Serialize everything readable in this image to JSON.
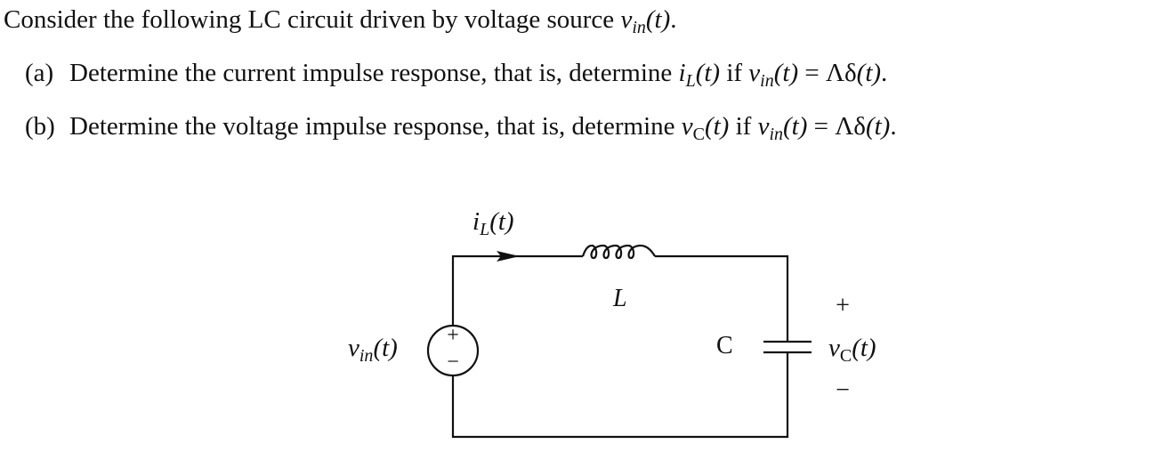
{
  "problem": {
    "intro_text": "Consider the following LC circuit driven by voltage source ",
    "parts": [
      {
        "tag": "(a)",
        "text": "Determine the current impulse response, that is, determine ",
        "word_if": " if "
      },
      {
        "tag": "(b)",
        "text": "Determine the voltage impulse response, that is, determine ",
        "word_if": " if "
      }
    ]
  },
  "math": {
    "v": "v",
    "i": "i",
    "t_arg": "(t)",
    "sub_in": "in",
    "sub_L": "L",
    "sub_C": "C",
    "equals": " = ",
    "impulse": "Λδ",
    "period": "."
  },
  "circuit": {
    "current_label_i": "i",
    "current_label_sub": "L",
    "current_label_arg": "(t)",
    "inductor_label": "L",
    "capacitor_label": "C",
    "source_label_v": "v",
    "source_label_sub": "in",
    "source_label_arg": "(t)",
    "source_plus": "+",
    "source_minus": "−",
    "cap_voltage_v": "v",
    "cap_voltage_sub": "C",
    "cap_voltage_arg": "(t)",
    "cap_plus": "+",
    "cap_minus": "−"
  }
}
